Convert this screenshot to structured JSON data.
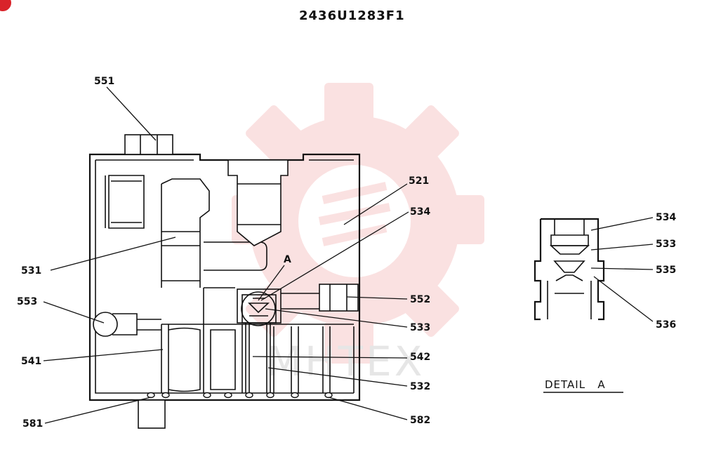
{
  "title": "2436U1283F1",
  "watermark_text": "MHTEX",
  "colors": {
    "line": "#111111",
    "watermark": "#f6c9c9",
    "corner_badge": "#d9232a"
  },
  "labels": {
    "l551": "551",
    "l521": "521",
    "l534": "534",
    "l531": "531",
    "lA": "A",
    "l553": "553",
    "l552": "552",
    "l533": "533",
    "l541": "541",
    "l542": "542",
    "l532": "532",
    "l581": "581",
    "l582": "582"
  },
  "detail": {
    "caption": "DETAIL   A",
    "labels": {
      "d534": "534",
      "d533": "533",
      "d535": "535",
      "d536": "536"
    }
  }
}
